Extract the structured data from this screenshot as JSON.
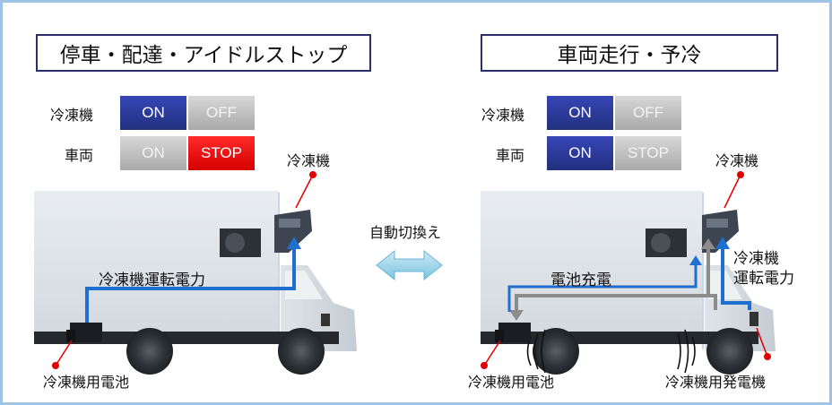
{
  "left_panel": {
    "title": "停車・配達・アイドルストップ",
    "refrigerator_row": {
      "label": "冷凍機",
      "on": "ON",
      "off": "OFF",
      "state": "ON"
    },
    "vehicle_row": {
      "label": "車両",
      "on": "ON",
      "stop": "STOP",
      "state": "STOP"
    },
    "refrigerator_label": "冷凍機",
    "power_label": "冷凍機運転電力",
    "battery_label": "冷凍機用電池"
  },
  "center": {
    "switch_label": "自動切換え"
  },
  "right_panel": {
    "title": "車両走行・予冷",
    "refrigerator_row": {
      "label": "冷凍機",
      "on": "ON",
      "off": "OFF",
      "state": "ON"
    },
    "vehicle_row": {
      "label": "車両",
      "on": "ON",
      "stop": "STOP",
      "state": "ON"
    },
    "refrigerator_label": "冷凍機",
    "charge_label": "電池充電",
    "power_label_line1": "冷凍機",
    "power_label_line2": "運転電力",
    "battery_label": "冷凍機用電池",
    "generator_label": "冷凍機用発電機"
  },
  "colors": {
    "frame": "#9dc3e6",
    "on_button": "#2b3a9c",
    "stop_button": "#e00000",
    "inactive_button": "#bdbdbd",
    "power_arrow": "#1f6fd1",
    "charge_arrow": "#8c8c8c",
    "callout_dot": "#e00000"
  }
}
